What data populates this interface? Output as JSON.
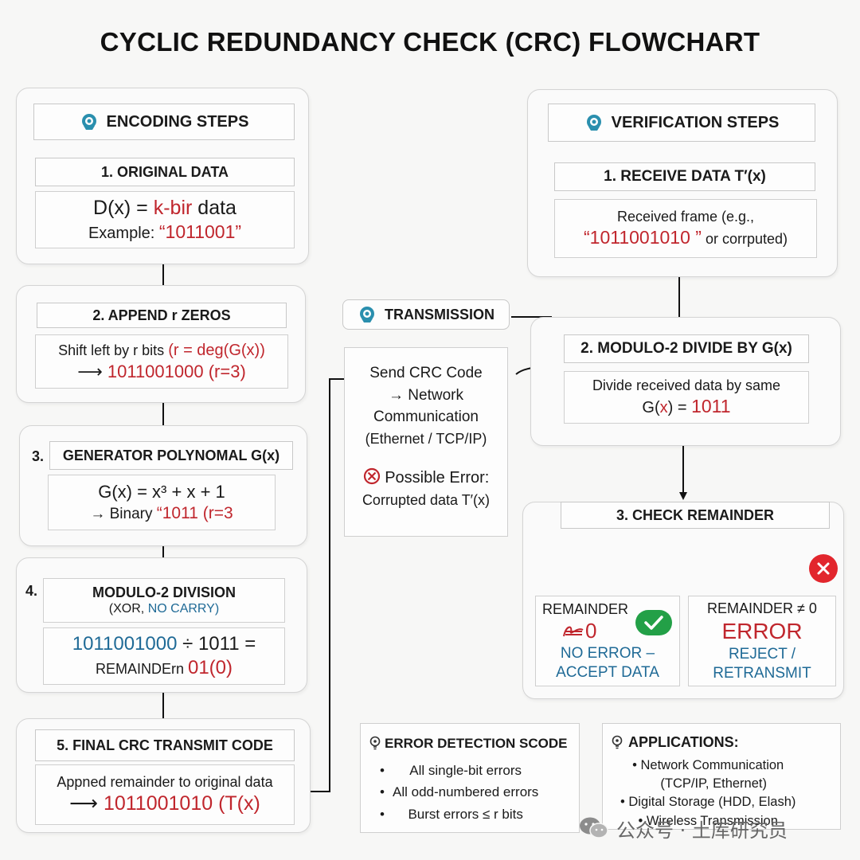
{
  "title": "CYCLIC REDUNDANCY CHECK (CRC) FLOWCHART",
  "encoding": {
    "header": "ENCODING STEPS",
    "step1": {
      "title": "1. ORIGINAL DATA",
      "line1_a": "D(x) = ",
      "line1_b": "k-bir",
      "line1_c": " data",
      "line2_a": "Example: ",
      "line2_b": "“1011001”"
    },
    "step2": {
      "title": "2. APPEND r ZEROS",
      "line1_a": "Shift left by r bits  ",
      "line1_b": "(r = deg(G(x))",
      "line2_a": "⟶ ",
      "line2_b": "1011001000  (r=3)"
    },
    "step3": {
      "title": "GENERATOR POLYNOMAL G(x)",
      "num": "3.",
      "line1": "G(x) = x³ + x + 1",
      "line2_a": "→ Binary ",
      "line2_b": "“1011 (r=3"
    },
    "step4": {
      "num": "4.",
      "title": "MODULO-2 DIVISION",
      "sub_a": "(XOR,  ",
      "sub_b": "NO CARRY)",
      "line1_a": "1011001000",
      "line1_b": " ÷ 1011 =",
      "line2_a": "REMAINDErn  ",
      "line2_b": "01(0)"
    },
    "step5": {
      "title": "5. FINAL CRC TRANSMIT CODE",
      "line1": "Appned remainder to original data",
      "line2_a": "⟶ ",
      "line2_b": "1011001010  (T(x)"
    }
  },
  "transmission": {
    "header": "TRANSMISSION",
    "lines": [
      "Send CRC Code",
      "→ Network",
      "Communication",
      "(Ethernet / TCP/IP)"
    ],
    "error_title": "Possible Error:",
    "error_line": "Corrupted data T′(x)"
  },
  "verification": {
    "header": "VERIFICATION STEPS",
    "step1": {
      "title": "1. RECEIVE DATA T′(x)",
      "line1": "Received frame (e.g.,",
      "line2_a": "“1011001010 ”",
      "line2_b": " or corrputed)"
    },
    "step2": {
      "title": "2. MODULO-2 DIVIDE BY G(x)",
      "line1": "Divide received data by same",
      "line2_a": "G(",
      "line2_b": "x",
      "line2_c": ") =  ",
      "line2_d": "1011"
    },
    "step3": {
      "title": "3. CHECK REMAINDER",
      "ok": {
        "label": "REMAINDER",
        "value": "0",
        "line1": "NO ERROR –",
        "line2": "ACCEPT DATA"
      },
      "bad": {
        "label": "REMAINDER ≠ 0",
        "value": "ERROR",
        "line1": "REJECT /",
        "line2": "RETRANSMIT"
      }
    }
  },
  "scope": {
    "title": "ERROR DETECTION SCODE",
    "items": [
      "All single-bit errors",
      "All odd-numbered errors",
      "Burst errors ≤ r bits"
    ]
  },
  "applications": {
    "title": "APPLICATIONS:",
    "items": [
      "Network Communication",
      "(TCP/IP, Ethernet)",
      "Digital Storage (HDD, Elash)",
      "Wireless Transmission"
    ]
  },
  "watermark": "公众号 · 土库研究员",
  "colors": {
    "red": "#c0262d",
    "blue": "#1f6a96",
    "green": "#23a047",
    "error_red": "#e2262d",
    "icon_teal": "#2a8fae"
  }
}
